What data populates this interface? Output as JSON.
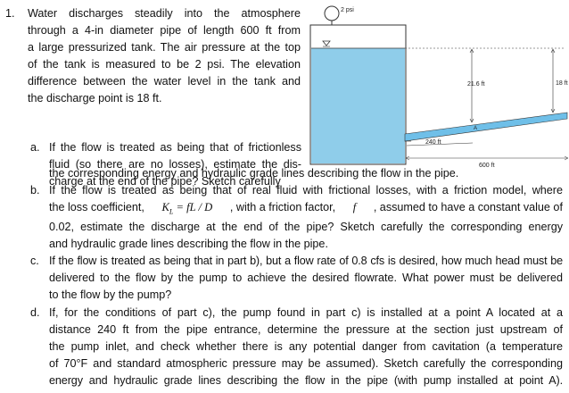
{
  "problem": {
    "number": "1.",
    "intro_lines": [
      "Water discharges steadily into the atmosphere",
      "through a 4-in diameter pipe of length 600 ft from",
      "a large pressurized tank. The air pressure at the top",
      "of the tank is measured to be 2 psi. The elevation",
      "difference between the water level in the tank and",
      "the discharge point is 18 ft."
    ],
    "parts": {
      "a": {
        "label": "a.",
        "lines": [
          "If the flow is treated as being that of frictionless",
          "fluid (so there are no losses), estimate the dis-",
          "charge at the end of the pipe? Sketch carefully",
          "the corresponding energy and hydraulic grade lines describing the flow in the pipe."
        ]
      },
      "b": {
        "label": "b.",
        "lines": [
          "If the flow is treated as being that of real fluid with frictional losses, with a friction model, where",
          "the loss coefficient,",
          ", with a friction factor,",
          ", assumed to have a constant value of",
          "0.02, estimate the discharge at the end of the pipe?  Sketch carefully the corresponding energy",
          "and hydraulic grade lines describing the flow in the pipe."
        ],
        "formula": "K",
        "formula_sub": "L",
        "formula_rest": " = fL / D",
        "friction_symbol": "f"
      },
      "c": {
        "label": "c.",
        "lines": [
          "If the flow is treated as being that in part b), but a flow rate of 0.8 cfs is desired, how much head must be",
          "delivered to the flow by the pump to achieve the desired flowrate. What power must be delivered",
          "to the flow by the pump?"
        ]
      },
      "d": {
        "label": "d.",
        "lines": [
          "If, for the conditions of part c), the pump found in part c) is installed at a point A located at a",
          "distance 240 ft from the pipe entrance, determine the pressure at the section just upstream of",
          "the pump inlet, and check whether there is any potential danger from cavitation (a temperature",
          "of 70°F and standard atmospheric pressure may be assumed). Sketch carefully the corresponding",
          "energy and hydraulic grade lines describing the flow in the pipe (with pump installed at point A)."
        ]
      }
    }
  },
  "figure": {
    "pressure_label": "2 psi",
    "height_tank_label": "21.6 ft",
    "height_total_label": "18 ft",
    "dist_a_label": "240 ft",
    "point_label": "A",
    "length_label": "600 ft",
    "water_color": "#8fcdea",
    "pipe_color": "#6fbfe8"
  }
}
